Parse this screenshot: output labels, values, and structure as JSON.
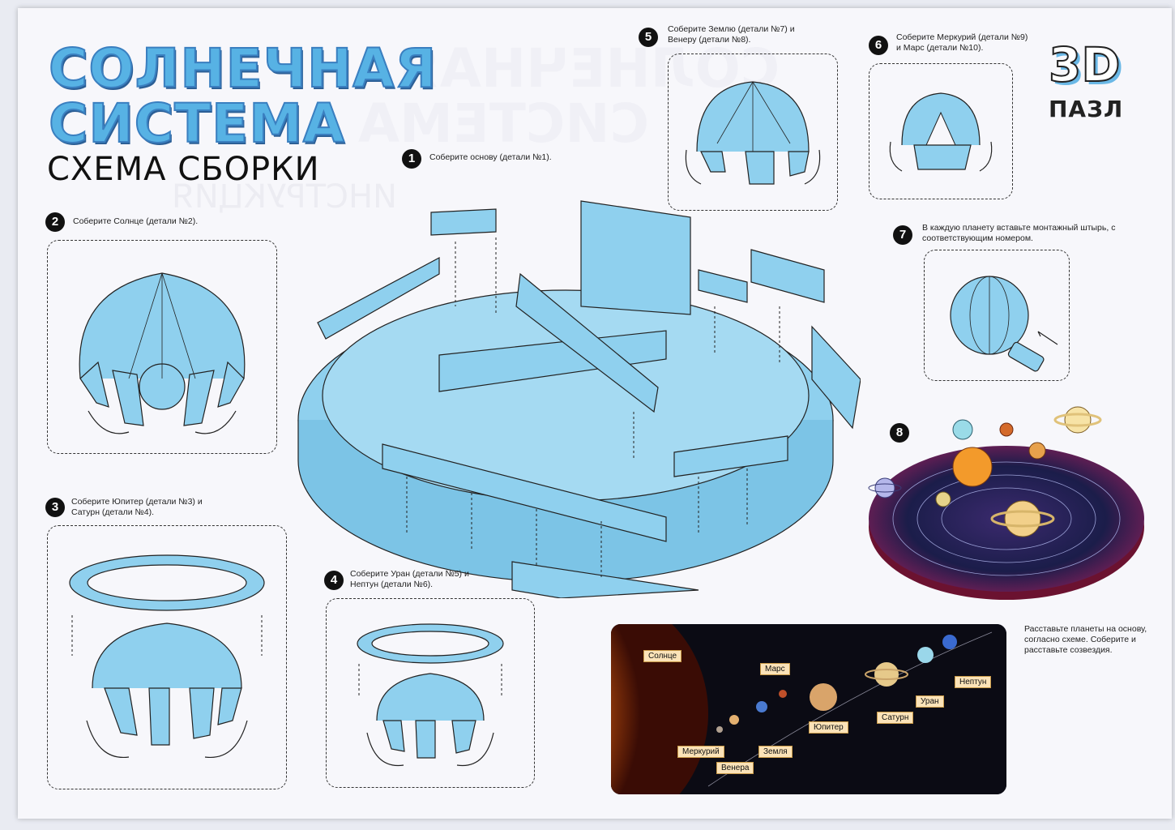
{
  "title": {
    "line1": "СОЛНЕЧНАЯ",
    "line2": "СИСТЕМА",
    "subtitle": "СХЕМА СБОРКИ",
    "ghost_word": "ИНСТРУКЦИЯ"
  },
  "logo": {
    "big": "3D",
    "word": "ПАЗЛ"
  },
  "steps": [
    {
      "num": "1",
      "text": "Соберите основу (детали №1)."
    },
    {
      "num": "2",
      "text": "Соберите Солнце (детали №2)."
    },
    {
      "num": "3",
      "text": "Соберите Юпитер (детали №3) и Сатурн (детали №4)."
    },
    {
      "num": "4",
      "text": "Соберите Уран (детали №5) и Нептун (детали №6)."
    },
    {
      "num": "5",
      "text": "Соберите Землю (детали №7) и Венеру (детали №8)."
    },
    {
      "num": "6",
      "text": "Соберите Меркурий (детали №9) и Марс (детали №10)."
    },
    {
      "num": "7",
      "text": "В каждую планету вставьте монтажный штырь, с соответствующим номером."
    },
    {
      "num": "8",
      "text": ""
    }
  ],
  "final_note": "Расставьте планеты на основу, согласно схеме. Соберите и расставьте созвездия.",
  "planet_labels": {
    "sun": "Солнце",
    "mercury": "Меркурий",
    "venus": "Венера",
    "earth": "Земля",
    "mars": "Марс",
    "jupiter": "Юпитер",
    "saturn": "Сатурн",
    "uranus": "Уран",
    "neptune": "Нептун"
  },
  "colors": {
    "title_blue": "#57b2e4",
    "part_blue": "#8fd0ee",
    "label_bg": "#fbe3b8"
  }
}
